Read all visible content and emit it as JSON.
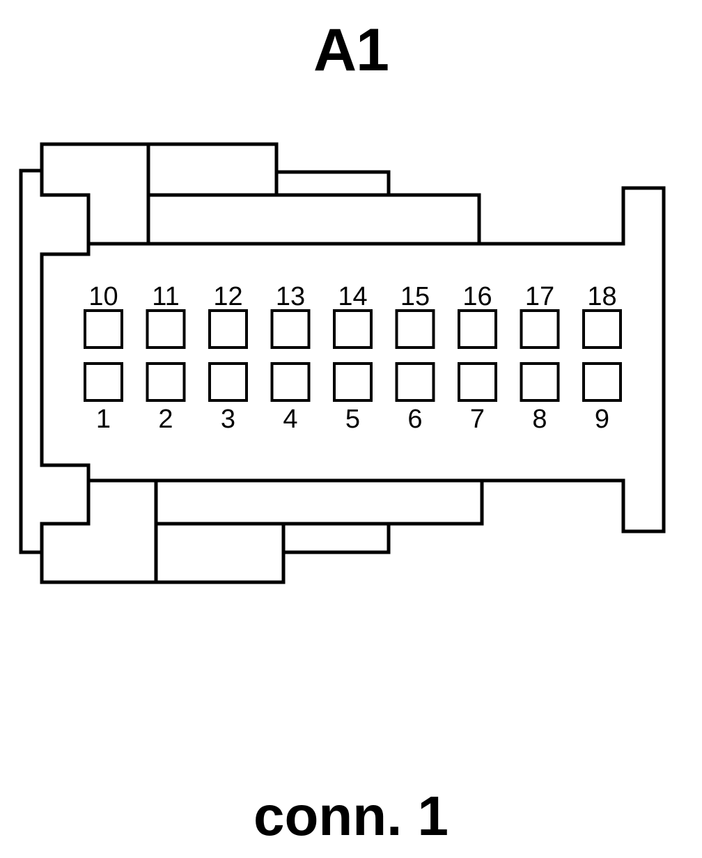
{
  "connector": {
    "name": "A1",
    "caption": "conn. 1",
    "pins": {
      "top_row": [
        "10",
        "11",
        "12",
        "13",
        "14",
        "15",
        "16",
        "17",
        "18"
      ],
      "bottom_row": [
        "1",
        "2",
        "3",
        "4",
        "5",
        "6",
        "7",
        "8",
        "9"
      ]
    }
  }
}
